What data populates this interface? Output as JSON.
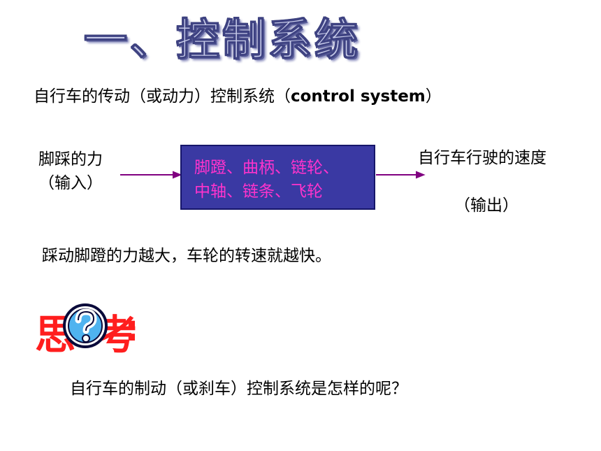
{
  "slide": {
    "title": "一、控制系统",
    "subtitle_cn": "自行车的传动（或动力）控制系统（",
    "subtitle_en": "control system",
    "subtitle_end": "）",
    "input_line1": "脚踩的力",
    "input_line2": "（输入）",
    "box_line1": "脚蹬、曲柄、链轮、",
    "box_line2": "中轴、链条、飞轮",
    "output_line1": "自行车行驶的速度",
    "output_line2": "（输出）",
    "statement": "踩动脚蹬的力越大，车轮的转速就越快。",
    "think_label": "思考",
    "think_colon": ":",
    "question": "自行车的制动（或刹车）控制系统是怎样的呢？"
  },
  "colors": {
    "box_fill": "#3a39a3",
    "box_text": "#ff33cc",
    "arrow": "#800080",
    "think": "#ff1e1e"
  },
  "icons": [
    "question-mark-icon"
  ]
}
